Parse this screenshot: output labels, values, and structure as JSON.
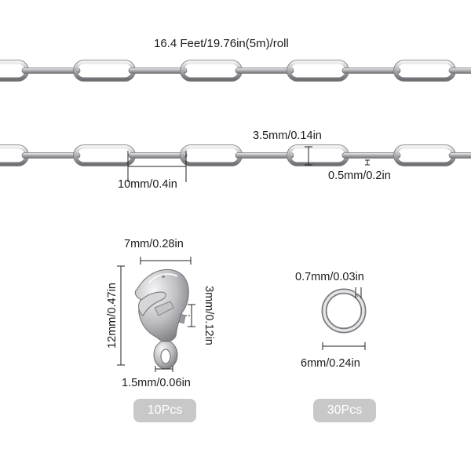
{
  "chain": {
    "roll_length_label": "16.4 Feet/19.76in(5m)/roll",
    "link_length_label": "10mm/0.4in",
    "link_width_label": "3.5mm/0.14in",
    "wire_thickness_label": "0.5mm/0.2in"
  },
  "clasp": {
    "width_label": "7mm/0.28in",
    "height_label": "12mm/0.47in",
    "opening_label": "3mm/0.12in",
    "ring_label": "1.5mm/0.06in",
    "quantity_label": "10Pcs"
  },
  "jump_ring": {
    "thickness_label": "0.7mm/0.03in",
    "diameter_label": "6mm/0.24in",
    "quantity_label": "30Pcs"
  },
  "colors": {
    "metal": "#b9b9bc",
    "metal_dark": "#6e6e72",
    "metal_highlight": "#f4f4f5",
    "badge": "#c8c8c8",
    "line": "#222222"
  }
}
